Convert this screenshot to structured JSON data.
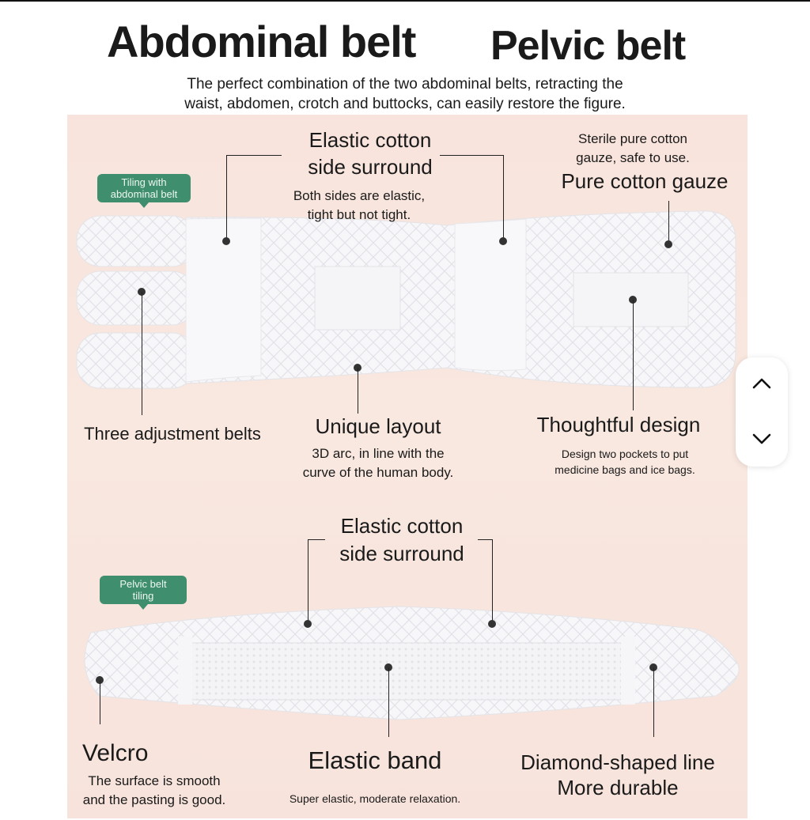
{
  "header": {
    "title_left": "Abdominal belt",
    "title_right": "Pelvic belt",
    "subtitle_line1": "The perfect combination of the two abdominal belts, retracting the",
    "subtitle_line2": "waist, abdomen, crotch and buttocks, can easily restore the figure."
  },
  "abdominal": {
    "tag_line1": "Tiling with",
    "tag_line2": "abdominal belt",
    "elastic_title_line1": "Elastic cotton",
    "elastic_title_line2": "side surround",
    "elastic_desc_line1": "Both sides are elastic,",
    "elastic_desc_line2": "tight but not tight.",
    "sterile_line1": "Sterile pure cotton",
    "sterile_line2": "gauze, safe to use.",
    "gauze_title": "Pure cotton gauze",
    "adjust_title": "Three adjustment belts",
    "layout_title": "Unique layout",
    "layout_desc_line1": "3D arc, in line with the",
    "layout_desc_line2": "curve of the human body.",
    "thoughtful_title": "Thoughtful design",
    "thoughtful_desc_line1": "Design two pockets to put",
    "thoughtful_desc_line2": "medicine bags and ice bags."
  },
  "pelvic": {
    "tag_line1": "Pelvic belt",
    "tag_line2": "tiling",
    "elastic_title_line1": "Elastic cotton",
    "elastic_title_line2": "side surround",
    "velcro_title": "Velcro",
    "velcro_desc_line1": "The surface is smooth",
    "velcro_desc_line2": "and the pasting is good.",
    "band_title": "Elastic band",
    "band_desc": "Super elastic, moderate relaxation.",
    "diamond_line1": "Diamond-shaped line",
    "diamond_line2": "More durable"
  },
  "scroll": {
    "up_icon": "chevron-up-icon",
    "down_icon": "chevron-down-icon"
  },
  "colors": {
    "panel_bg": "#f8e4dc",
    "tag_green": "#3f8f6e",
    "belt_white": "#ffffff"
  }
}
